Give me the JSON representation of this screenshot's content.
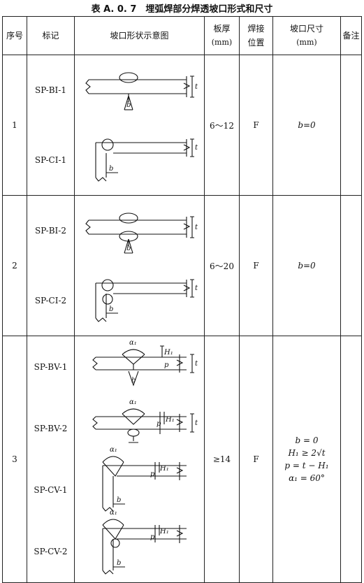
{
  "title": "表 A. 0. 7　埋弧焊部分焊透坡口形式和尺寸",
  "headers": {
    "seq": "序号",
    "mark": "标记",
    "figure": "坡口形状示意图",
    "thickness": "板厚",
    "thickness_unit": "(mm)",
    "position": "焊接",
    "position2": "位置",
    "dims": "坡口尺寸",
    "dims_unit": "(mm)",
    "note": "备注"
  },
  "rows": [
    {
      "seq": "1",
      "marks": [
        "SP-BI-1",
        "SP-CI-1"
      ],
      "thickness": "6～12",
      "position": "F",
      "dims": [
        "b=0"
      ]
    },
    {
      "seq": "2",
      "marks": [
        "SP-BI-2",
        "SP-CI-2"
      ],
      "thickness": "6～20",
      "position": "F",
      "dims": [
        "b=0"
      ]
    },
    {
      "seq": "3",
      "marks": [
        "SP-BV-1",
        "SP-BV-2",
        "SP-CV-1",
        "SP-CV-2"
      ],
      "thickness": "≥14",
      "position": "F",
      "dims": [
        "b = 0",
        "H₁ ≥ 2√t",
        "p = t − H₁",
        "α₁ = 60°"
      ]
    }
  ],
  "figure_labels": {
    "b": "b",
    "t": "t",
    "p": "p",
    "h1": "H₁",
    "alpha1": "α₁"
  }
}
